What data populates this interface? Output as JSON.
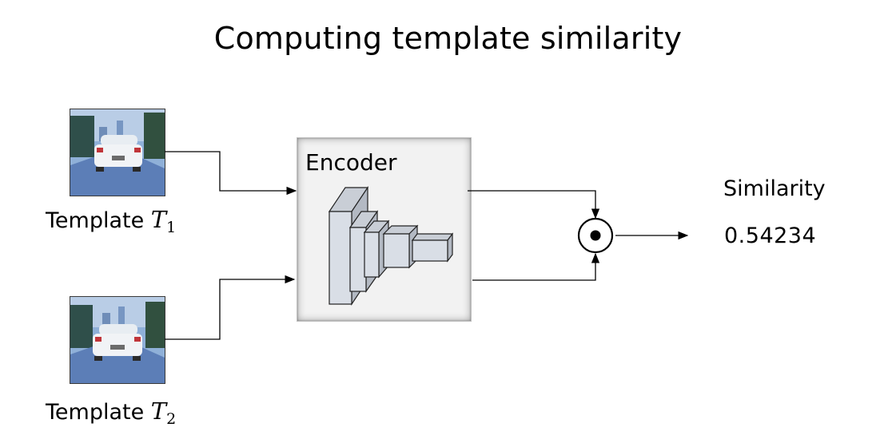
{
  "title": "Computing template similarity",
  "template1": {
    "label": "Template",
    "symbol": "T",
    "subscript": "1"
  },
  "template2": {
    "label": "Template",
    "symbol": "T",
    "subscript": "2"
  },
  "encoder": {
    "label": "Encoder"
  },
  "operator": {
    "symbol": "⊙"
  },
  "output": {
    "label": "Similarity",
    "value": "0.54234"
  },
  "colors": {
    "line": "#000000",
    "box_fill": "#f2f2f2",
    "layer_fill": "#d8dde6",
    "sky": "#5a7fb8"
  }
}
